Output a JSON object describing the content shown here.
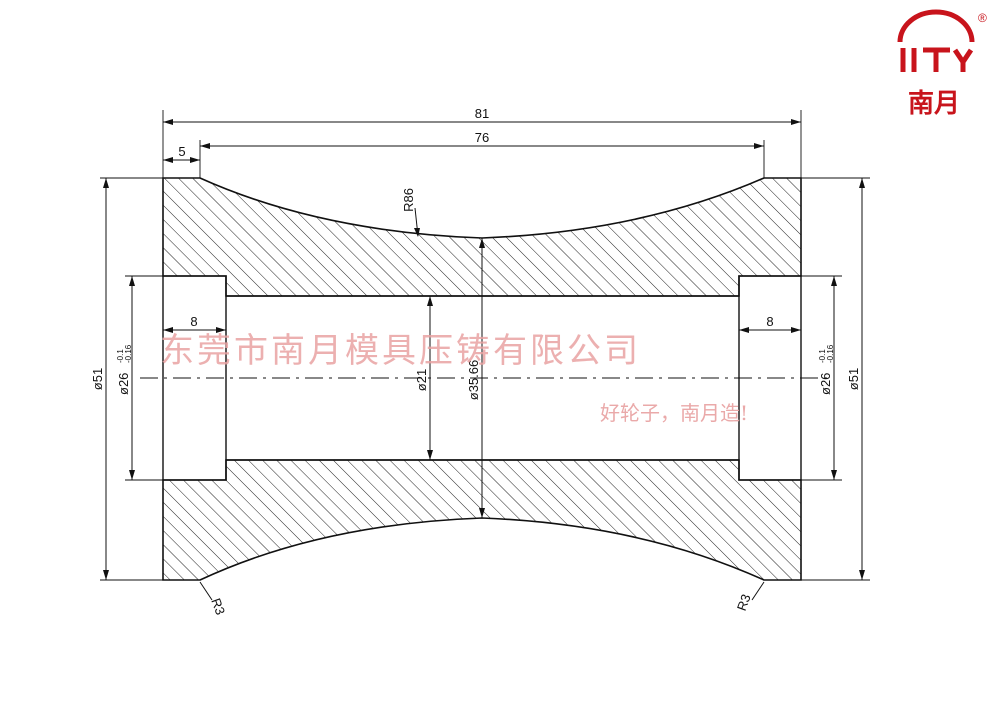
{
  "logo": {
    "text": "南月",
    "registered": "®",
    "color": "#c8141c"
  },
  "watermark": {
    "company": "东莞市南月模具压铸有限公司",
    "slogan": "好轮子，南月造!"
  },
  "dimensions": {
    "overall_length": "81",
    "flange_span": "76",
    "flange_width": "5",
    "groove_radius": "R86",
    "bore_depth_left": "8",
    "bore_depth_right": "8",
    "outer_dia_left": "ø51",
    "outer_dia_right": "ø51",
    "bearing_bore_left": "ø26",
    "bearing_bore_right": "ø26",
    "bore_tol_upper": "-0.1",
    "bore_tol_lower": "-0.16",
    "shaft_bore": "ø21",
    "waist_dia": "ø35.66",
    "edge_radius_left": "R3",
    "edge_radius_right": "R3"
  }
}
